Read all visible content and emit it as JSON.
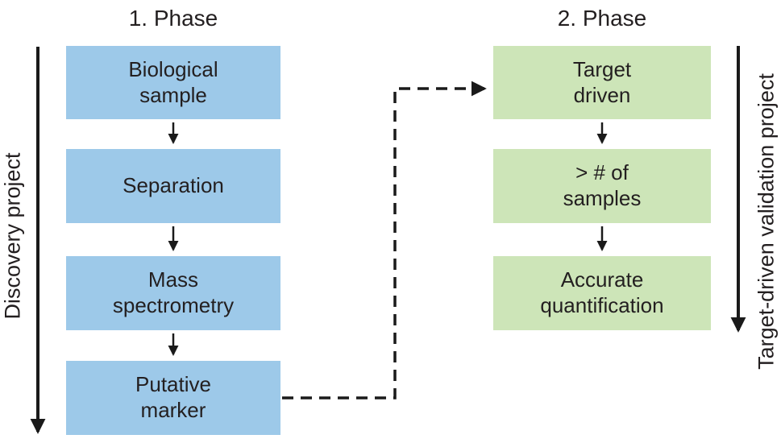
{
  "colors": {
    "phase1_box": "#9DC9E9",
    "phase2_box": "#CDE5B8",
    "text": "#231F20",
    "arrow": "#1A1A1A"
  },
  "phase1": {
    "title": "1. Phase",
    "side_label": "Discovery project",
    "boxes": [
      {
        "label": "Biological\nsample"
      },
      {
        "label": "Separation"
      },
      {
        "label": "Mass\nspectrometry"
      },
      {
        "label": "Putative\nmarker"
      }
    ]
  },
  "phase2": {
    "title": "2. Phase",
    "side_label": "Target-driven validation project",
    "boxes": [
      {
        "label": "Target\ndriven"
      },
      {
        "label": "> # of\nsamples"
      },
      {
        "label": "Accurate\nquantification"
      }
    ]
  }
}
